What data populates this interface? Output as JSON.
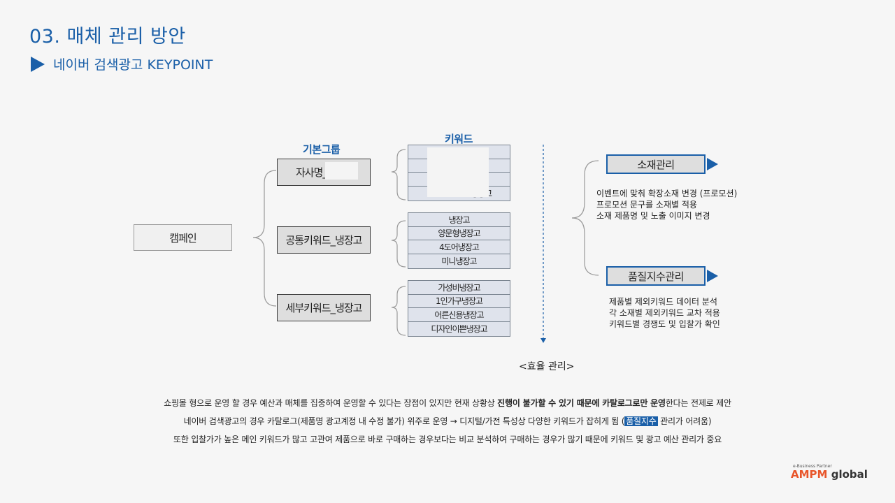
{
  "header": {
    "title": "03. 매체 관리 방안",
    "subtitle": "네이버 검색광고 KEYPOINT"
  },
  "diagram": {
    "campaign": "캠페인",
    "group_heading": "기본그룹",
    "keyword_heading": "키워드",
    "groups": [
      {
        "label": "자사명_"
      },
      {
        "label": "공통키워드_냉장고"
      },
      {
        "label": "세부키워드_냉장고"
      }
    ],
    "keywords_company": [
      "",
      "",
      "",
      "냉장고"
    ],
    "keywords_common": [
      "냉장고",
      "양문형냉장고",
      "4도어냉장고",
      "미니냉장고"
    ],
    "keywords_detail": [
      "가성비냉장고",
      "1인가구냉장고",
      "어른신용냉장고",
      "디자인이쁜냉장고"
    ],
    "efficiency_label": "<효율 관리>",
    "management": [
      {
        "label": "소재관리",
        "lines": [
          "이벤트에 맞춰 확장소재 변경 (프로모션)",
          "프로모션 문구를 소재별 적용",
          "소재 제품명 및 노출 이미지 변경"
        ]
      },
      {
        "label": "품질지수관리",
        "lines": [
          "제품별 제외키워드 데이터 분석",
          "각 소재별 제외키워드 교차 적용",
          "키워드별 경쟁도 및 입찰가 확인"
        ]
      }
    ]
  },
  "notes": {
    "line1_a": "쇼핑몰 형으로 운영 할 경우 예산과 매체를 집중하여 운영할 수 있다는 장점이 있지만 현재 상황상 ",
    "line1_bold": "진행이 불가할 수 있기 때문에 카탈로그로만 운영",
    "line1_b": "한다는 전제로 제안",
    "line2_a": "네이버 검색광고의 경우 카탈로그(제품명 광고계정 내 수정 불가) 위주로 운영 → 디지털/가전 특성상 다양한 키워드가 잡히게 됨 (",
    "line2_hl": "품질지수",
    "line2_b": " 관리가 어려움)",
    "line3": "또한 입찰가가 높은 메인 키워드가 많고 고관여 제품으로 바로 구매하는 경우보다는 비교 분석하여 구매하는 경우가 많기 때문에 키워드 및 광고 예산 관리가 중요"
  },
  "logo": {
    "tagline": "e-Business Partner",
    "brand_a": "AMPM",
    "brand_b": "global"
  },
  "colors": {
    "accent": "#1a5fa8",
    "logo_orange": "#e8552a"
  }
}
